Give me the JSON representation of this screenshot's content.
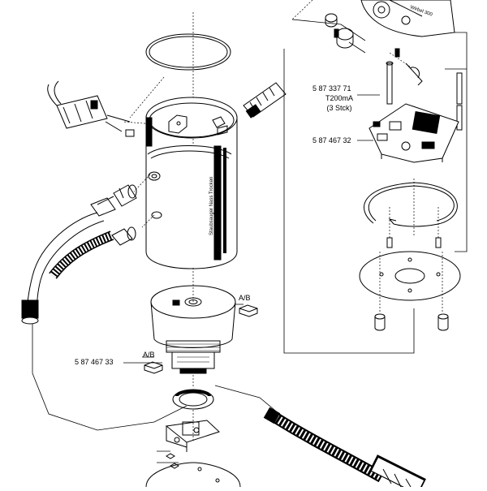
{
  "diagram": {
    "part_label_1": "5 87 337 71",
    "fuse_label": "T200mA",
    "fuse_qty": "(3  Stck)",
    "part_label_2": "5 87 467 32",
    "part_label_3": "5 87 467 33",
    "brush_label_right": "A/B",
    "brush_label_left": "A/B",
    "housing_sticker_text": "Staubsauger  Nass  Trocken",
    "dial_text": "Wirbel 300",
    "colors": {
      "line": "#000000",
      "paper": "#ffffff"
    }
  }
}
